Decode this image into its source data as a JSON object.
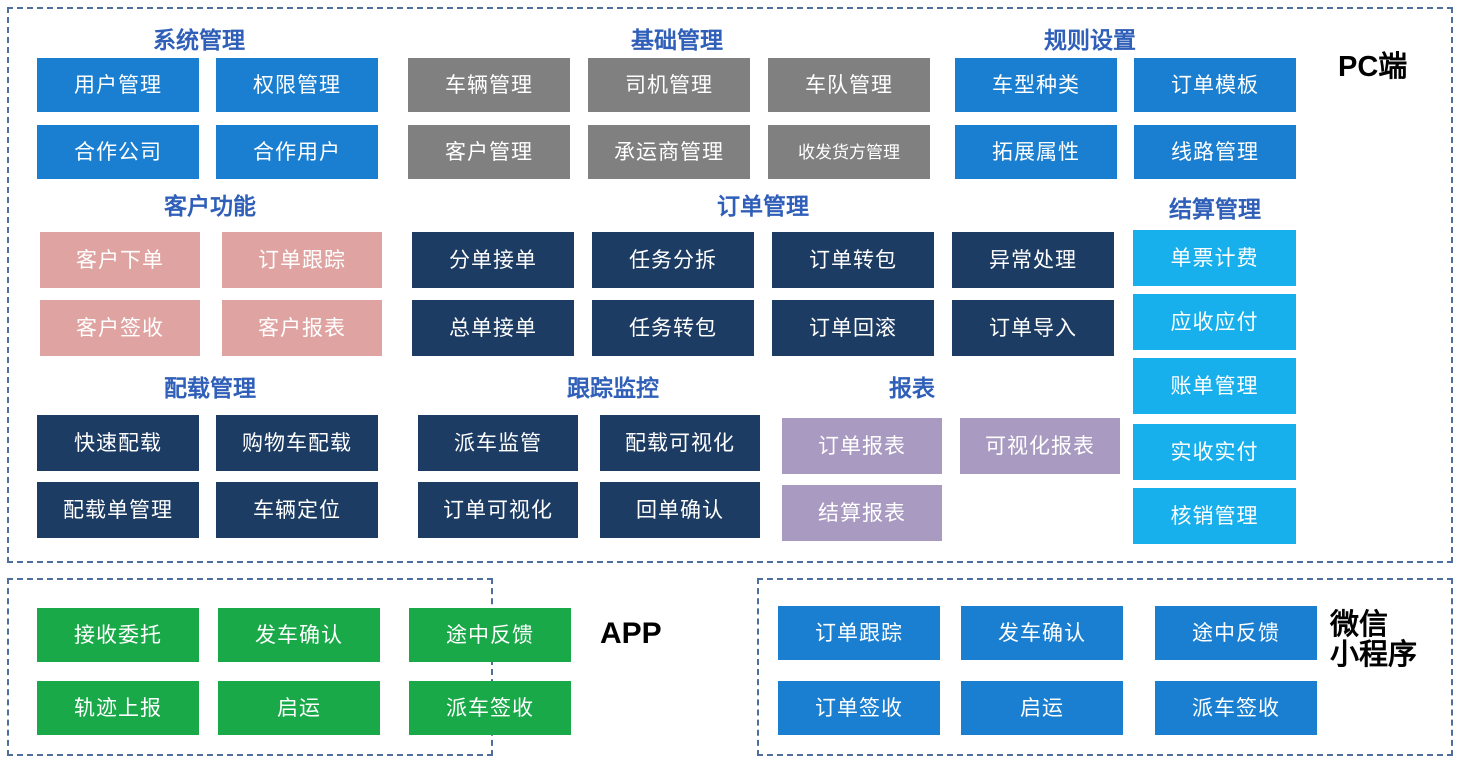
{
  "platforms": {
    "pc": "PC端",
    "app": "APP",
    "wechat_line1": "微信",
    "wechat_line2": "小程序"
  },
  "colors": {
    "blue": "#1a7fd0",
    "gray": "#808080",
    "navy": "#1d3c63",
    "pink": "#dfa4a2",
    "cyan": "#17b0ec",
    "purple": "#a99ac1",
    "green": "#19a949",
    "title_blue": "#2f5fb8",
    "dashed_border": "#4e6f9e"
  },
  "pc": {
    "groups": [
      {
        "title": "系统管理",
        "color": "blue",
        "items": [
          "用户管理",
          "权限管理",
          "合作公司",
          "合作用户"
        ]
      },
      {
        "title": "基础管理",
        "color": "gray",
        "items": [
          "车辆管理",
          "司机管理",
          "车队管理",
          "客户管理",
          "承运商管理",
          "收发货方管理"
        ]
      },
      {
        "title": "规则设置",
        "color": "blue",
        "items": [
          "车型种类",
          "订单模板",
          "拓展属性",
          "线路管理"
        ]
      },
      {
        "title": "客户功能",
        "color": "pink",
        "items": [
          "客户下单",
          "订单跟踪",
          "客户签收",
          "客户报表"
        ]
      },
      {
        "title": "订单管理",
        "color": "navy",
        "items": [
          "分单接单",
          "任务分拆",
          "订单转包",
          "异常处理",
          "总单接单",
          "任务转包",
          "订单回滚",
          "订单导入"
        ]
      },
      {
        "title": "结算管理",
        "color": "cyan",
        "items": [
          "单票计费",
          "应收应付",
          "账单管理",
          "实收实付",
          "核销管理"
        ]
      },
      {
        "title": "配载管理",
        "color": "navy",
        "items": [
          "快速配载",
          "购物车配载",
          "配载单管理",
          "车辆定位"
        ]
      },
      {
        "title": "跟踪监控",
        "color": "navy",
        "items": [
          "派车监管",
          "配载可视化",
          "订单可视化",
          "回单确认"
        ]
      },
      {
        "title": "报表",
        "color": "purple",
        "items": [
          "订单报表",
          "可视化报表",
          "结算报表"
        ]
      }
    ]
  },
  "app": {
    "items": [
      "接收委托",
      "发车确认",
      "途中反馈",
      "轨迹上报",
      "启运",
      "派车签收"
    ]
  },
  "wechat": {
    "items": [
      "订单跟踪",
      "发车确认",
      "途中反馈",
      "订单签收",
      "启运",
      "派车签收"
    ]
  }
}
